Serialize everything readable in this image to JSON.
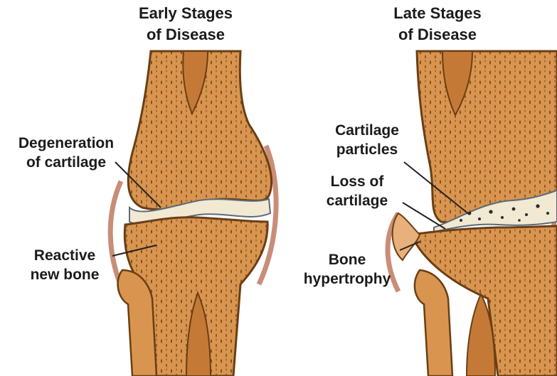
{
  "panels": [
    {
      "title_lines": [
        "Early Stages",
        "of Disease"
      ],
      "labels": [
        {
          "lines": [
            "Degeneration",
            "of cartilage"
          ]
        },
        {
          "lines": [
            "Reactive",
            "new bone"
          ]
        }
      ]
    },
    {
      "title_lines": [
        "Late Stages",
        "of Disease"
      ],
      "labels": [
        {
          "lines": [
            "Cartilage",
            "particles"
          ]
        },
        {
          "lines": [
            "Loss of",
            "cartilage"
          ]
        },
        {
          "lines": [
            "Bone",
            "hypertrophy"
          ]
        }
      ]
    }
  ],
  "colors": {
    "bone": "#d9954f",
    "bone_dark": "#b8702e",
    "outline": "#6b3e14",
    "cartilage": "#f2e9d3",
    "capsule": "#c98d78",
    "pore": "#5a3410",
    "text": "#1b1b1b"
  }
}
